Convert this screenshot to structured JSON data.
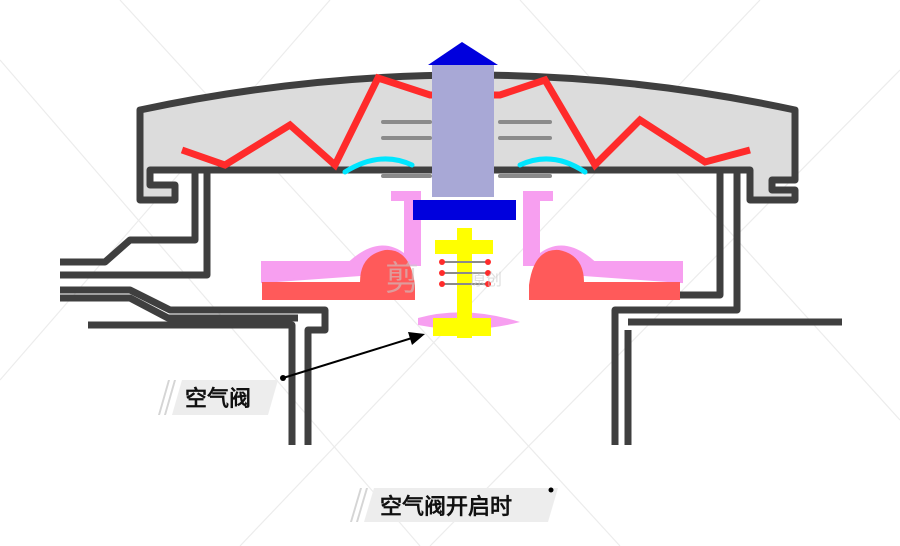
{
  "diagram": {
    "pointer_label": "空气阀",
    "caption": "空气阀开启时",
    "watermark": {
      "main": "剪",
      "sub": "原创"
    },
    "colors": {
      "outline": "#3f3f3f",
      "cap_fill": "#dcdcdc",
      "spring": "#ff2b2b",
      "stem": "#a8a8d6",
      "arrow": "#0000dd",
      "seal_pink": "#f79ff0",
      "seat_red": "#ff5a5a",
      "air_valve": "#ffff00",
      "clip_cyan": "#00e6ff",
      "label_bg": "#ededed"
    }
  }
}
